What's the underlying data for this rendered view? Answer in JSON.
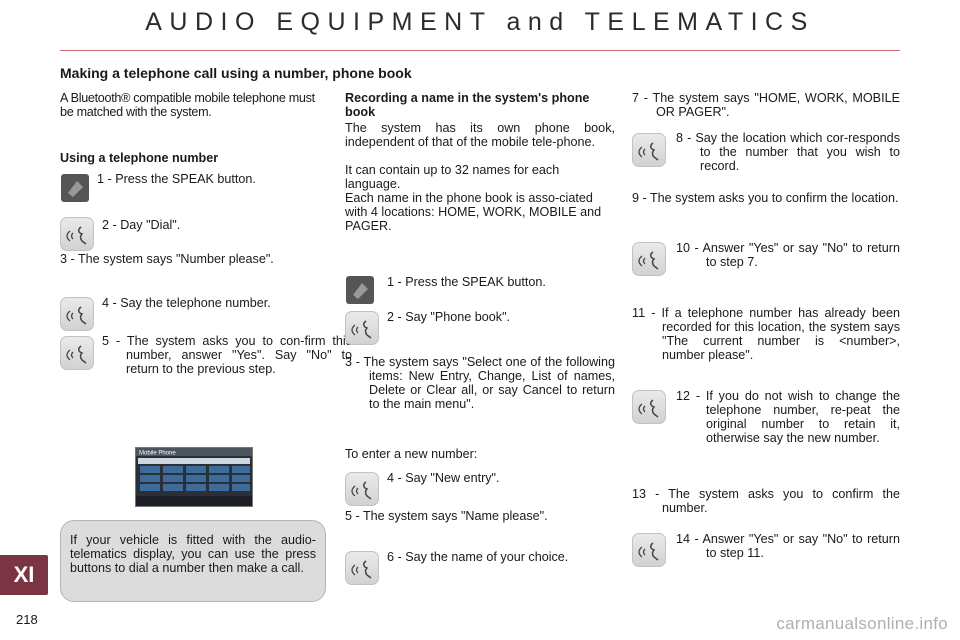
{
  "header": {
    "title": "AUDIO EQUIPMENT and TELEMATICS"
  },
  "section_title": "Making a telephone call using a number, phone book",
  "col1": {
    "intro": "A Bluetooth® compatible mobile telephone must be matched with the system.",
    "subhead": "Using a telephone number",
    "steps": [
      "1 - Press the SPEAK button.",
      "2 - Day \"Dial\".",
      "3 - The system says \"Number please\".",
      "4 - Say the telephone number.",
      "5 - The system asks you to con-firm this number, answer \"Yes\". Say \"No\" to return to the previous step."
    ],
    "note": "If your vehicle is fitted with the audio-telematics display, you can use the press buttons to dial a number then make a call."
  },
  "col2": {
    "heading": "Recording a name in the system's phone book",
    "para1": "The system has its own phone book, independent of that of the mobile tele-phone.",
    "para2": "It can contain up to 32 names for each language.",
    "para3": "Each name in the phone book is asso-ciated with 4 locations: HOME, WORK, MOBILE and PAGER.",
    "steps": [
      "1 - Press the SPEAK button.",
      "2 - Say \"Phone book\".",
      "3 - The system says \"Select one of the following items: New Entry, Change, List of names, Delete or Clear all, or say Cancel to return to the main menu\".",
      "To enter a new number:",
      "4 - Say \"New entry\".",
      "5 - The system says \"Name please\".",
      "6 - Say the name of your choice."
    ]
  },
  "col3": {
    "steps": [
      "7 - The system says \"HOME, WORK, MOBILE OR PAGER\".",
      "8 - Say the location which cor-responds to the number that you wish to record.",
      "9 - The system asks you to confirm the location.",
      "10 - Answer \"Yes\" or say \"No\" to return to step 7.",
      "11 - If a telephone number has already been recorded for this location, the system says \"The current number is <number>, number please\".",
      "12 - If you do not wish to change the telephone number, re-peat the original number to retain it, otherwise say the new number.",
      "13 - The system asks you to confirm the number.",
      "14 - Answer \"Yes\" or say \"No\" to return to step 11."
    ]
  },
  "screen": {
    "title": "Mobile Phone"
  },
  "chapter": "XI",
  "page_number": "218",
  "watermark": "carmanualsonline.info"
}
